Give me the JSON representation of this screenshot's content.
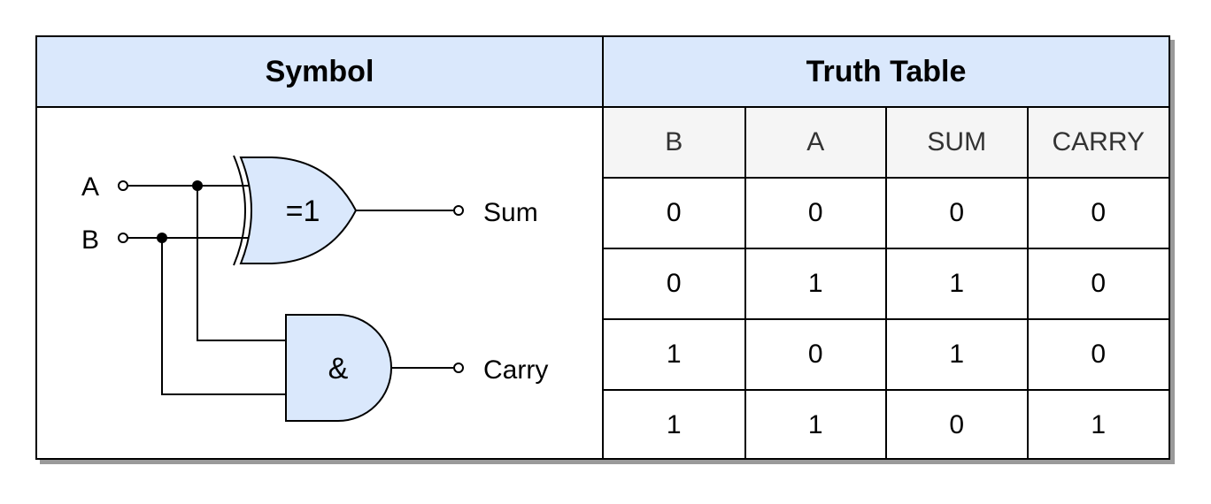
{
  "headers": {
    "symbol": "Symbol",
    "truth_table": "Truth Table"
  },
  "diagram": {
    "inputs": [
      "A",
      "B"
    ],
    "xor_gate_label": "=1",
    "and_gate_label": "&",
    "outputs": [
      "Sum",
      "Carry"
    ],
    "gate_fill": "#dae8fc"
  },
  "table": {
    "columns": [
      "B",
      "A",
      "SUM",
      "CARRY"
    ],
    "rows": [
      [
        "0",
        "0",
        "0",
        "0"
      ],
      [
        "0",
        "1",
        "1",
        "0"
      ],
      [
        "1",
        "0",
        "1",
        "0"
      ],
      [
        "1",
        "1",
        "0",
        "1"
      ]
    ]
  }
}
